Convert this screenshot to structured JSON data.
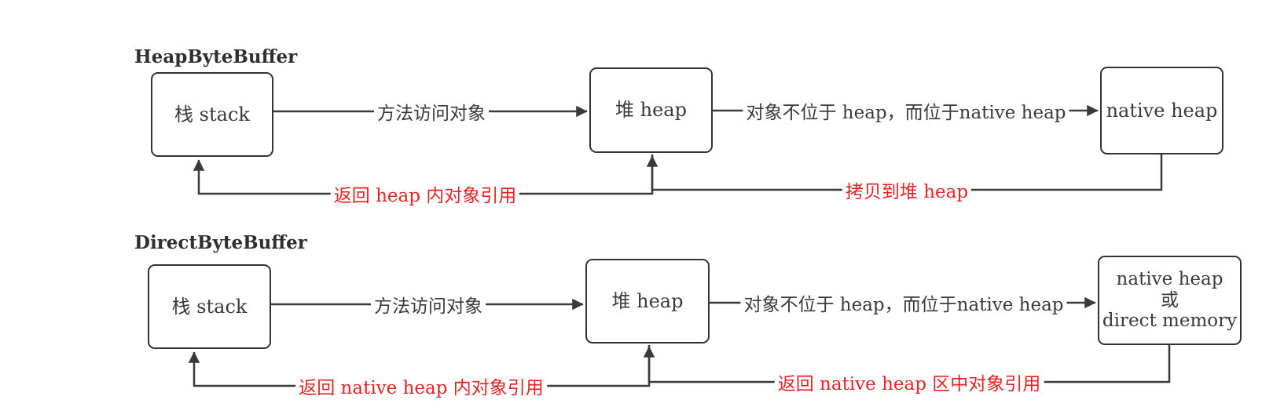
{
  "colors": {
    "line": "#3a3a3a",
    "box_border": "#333333",
    "text": "#3a3a3a",
    "red_label": "#e82222"
  },
  "rows": [
    {
      "title": "HeapByteBuffer",
      "stack_box": "栈 stack",
      "heap_box": "堆 heap",
      "native_box": "native heap",
      "access_label": "方法访问对象",
      "native_label": "对象不位于 heap，而位于native heap",
      "copy_label": "拷贝到堆 heap",
      "return_label": "返回 heap 内对象引用"
    },
    {
      "title": "DirectByteBuffer",
      "stack_box": "栈 stack",
      "heap_box": "堆 heap",
      "native_box_line1": "native heap",
      "native_box_line2": "或",
      "native_box_line3": "direct memory",
      "access_label": "方法访问对象",
      "native_label": "对象不位于 heap，而位于native heap",
      "copy_label": "返回 native heap 区中对象引用",
      "return_label": "返回 native heap 内对象引用"
    }
  ]
}
